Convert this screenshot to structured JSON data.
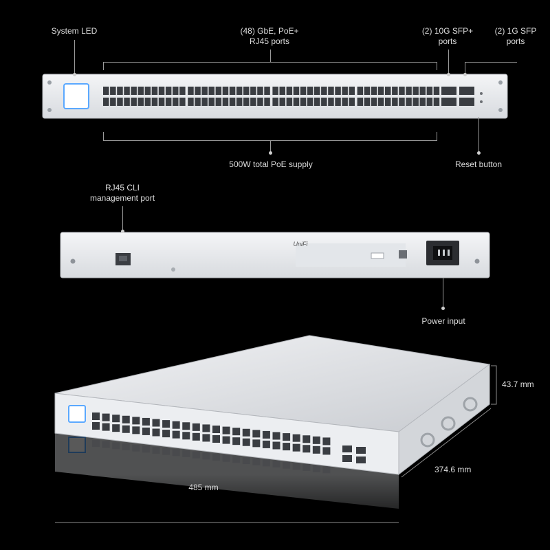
{
  "front_panel": {
    "system_led_label": "System LED",
    "ports_label_line1": "(48) GbE, PoE+",
    "ports_label_line2": "RJ45 ports",
    "sfp_plus_label_line1": "(2) 10G SFP+",
    "sfp_plus_label_line2": "ports",
    "sfp_label_line1": "(2) 1G SFP",
    "sfp_label_line2": "ports",
    "poe_supply_label": "500W total PoE supply",
    "reset_label": "Reset button"
  },
  "rear_panel": {
    "cli_label_line1": "RJ45 CLI",
    "cli_label_line2": "management port",
    "power_label": "Power input",
    "brand": "UniFi"
  },
  "dimensions": {
    "height": "43.7 mm",
    "depth": "374.6 mm",
    "width": "485 mm"
  },
  "colors": {
    "chassis": "#e9ebee",
    "port": "#3a3d42",
    "led": "#5aa8ff",
    "background": "#000000"
  }
}
